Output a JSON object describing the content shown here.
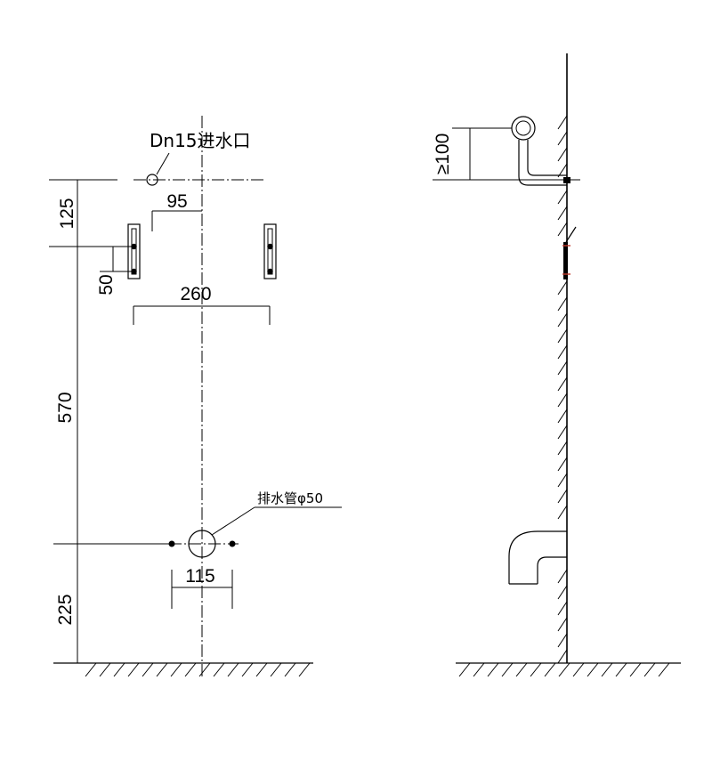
{
  "labels": {
    "inlet": "Dn15进水口",
    "drain": "排水管φ50"
  },
  "dimensions": {
    "inlet_height": "125",
    "bracket_spacing_v": "50",
    "inlet_offset": "95",
    "bracket_spacing_h": "260",
    "middle_height": "570",
    "drain_bolt_spacing": "115",
    "drain_height": "225",
    "side_min_height": "≥100"
  },
  "colors": {
    "line": "#000000",
    "background": "#ffffff",
    "accent_mark": "#c0392b"
  }
}
